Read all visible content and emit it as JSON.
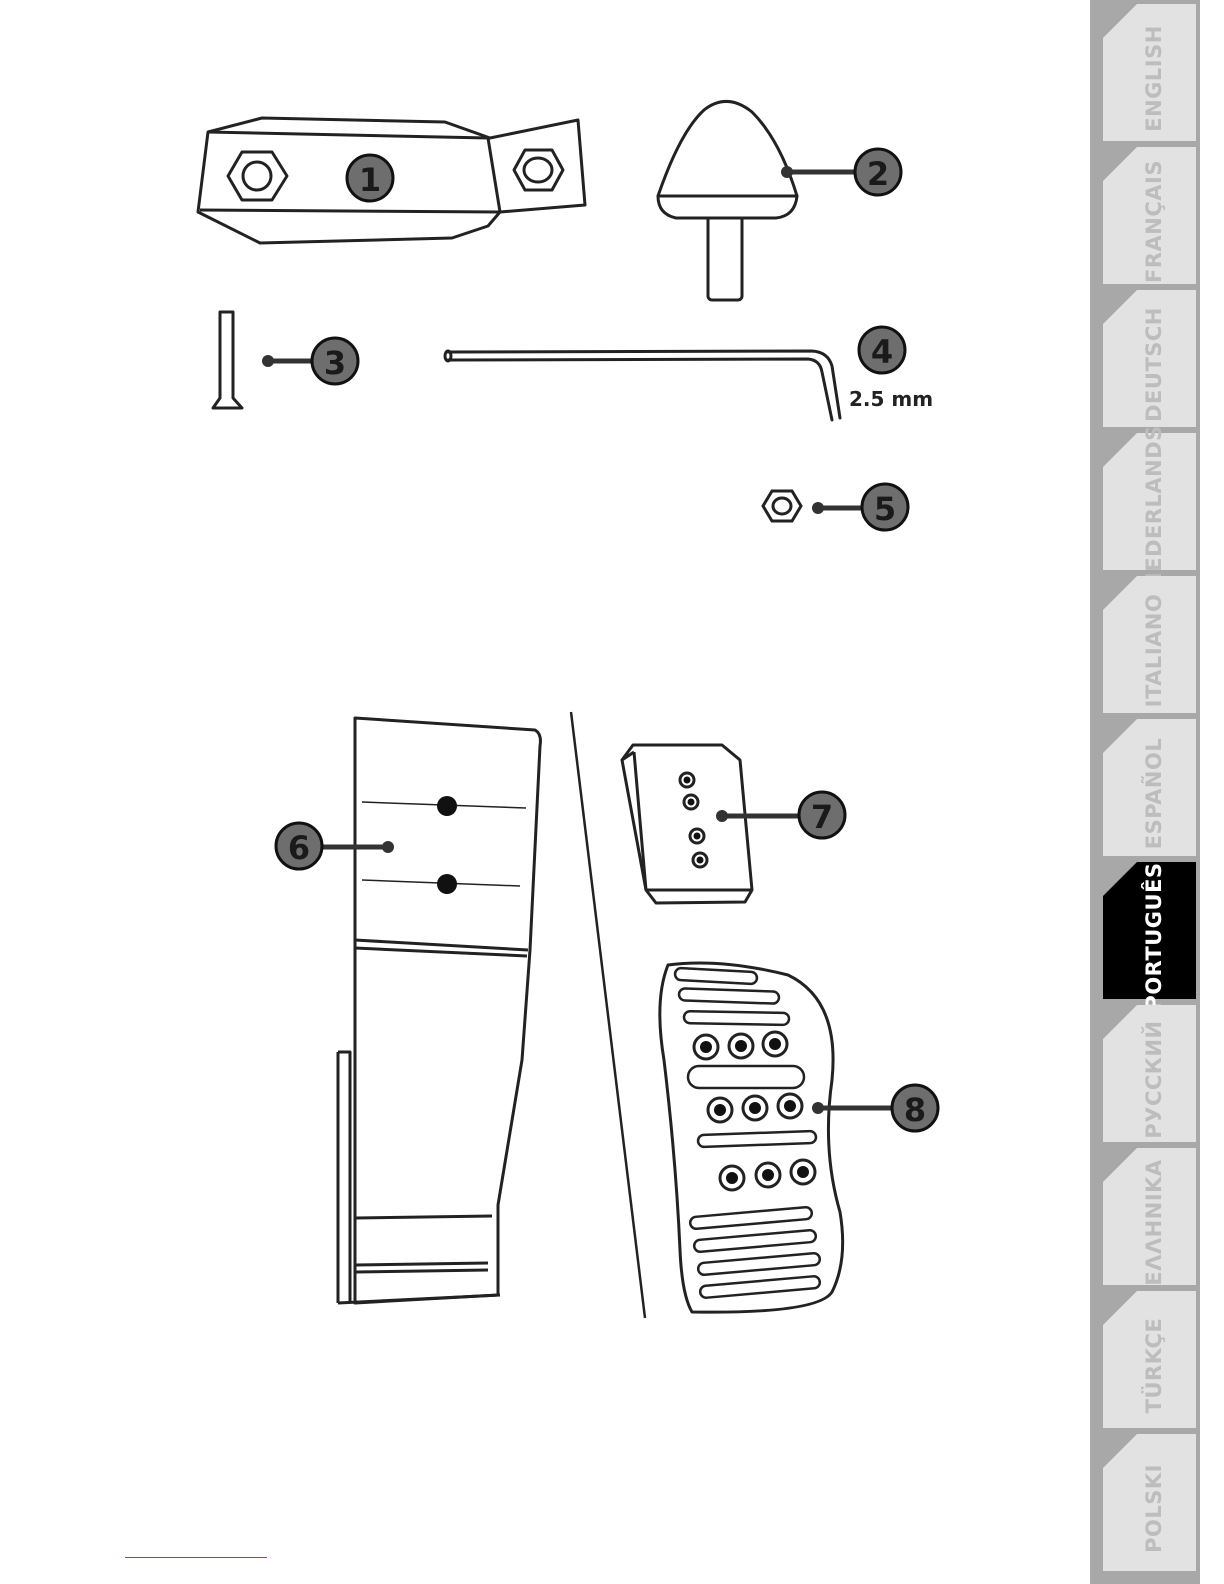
{
  "callouts": {
    "c1": "1",
    "c2": "2",
    "c3": "3",
    "c4": "4",
    "c5": "5",
    "c6": "6",
    "c7": "7",
    "c8": "8"
  },
  "hex_key_size": "2.5 mm",
  "language_tabs": [
    {
      "label": "ENGLISH",
      "active": false
    },
    {
      "label": "FRANÇAIS",
      "active": false
    },
    {
      "label": "DEUTSCH",
      "active": false
    },
    {
      "label": "NEDERLANDS",
      "active": false
    },
    {
      "label": "ITALIANO",
      "active": false
    },
    {
      "label": "ESPAÑOL",
      "active": false
    },
    {
      "label": "PORTUGUÊS",
      "active": true
    },
    {
      "label": "РУССКИЙ",
      "active": false
    },
    {
      "label": "ΕΛΛΗΝΙΚΑ",
      "active": false
    },
    {
      "label": "TÜRKÇE",
      "active": false
    },
    {
      "label": "POLSKI",
      "active": false
    }
  ],
  "colors": {
    "callout_fill": "#6e6e6e",
    "tab_inactive": "#e2e2e2",
    "tab_active": "#000000",
    "tab_strip": "#a8a8a8"
  }
}
